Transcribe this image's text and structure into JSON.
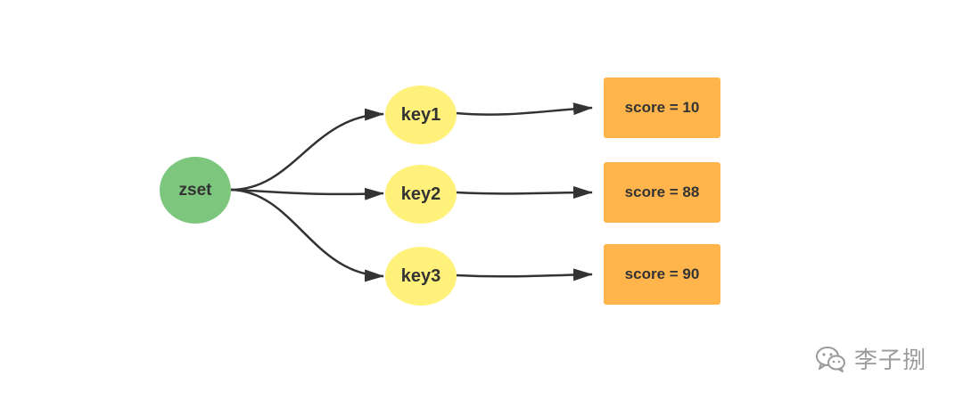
{
  "colors": {
    "root_fill": "#7dc67e",
    "key_fill": "#fff17a",
    "score_fill": "#ffb54c",
    "edge": "#333333",
    "text": "#333333",
    "watermark": "#9a9a9a"
  },
  "root": {
    "label": "zset"
  },
  "keys": [
    {
      "label": "key1"
    },
    {
      "label": "key2"
    },
    {
      "label": "key3"
    }
  ],
  "scores": [
    {
      "label": "score = 10"
    },
    {
      "label": "score = 88"
    },
    {
      "label": "score = 90"
    }
  ],
  "edges": [
    {
      "from": "zset",
      "to": "key1"
    },
    {
      "from": "zset",
      "to": "key2"
    },
    {
      "from": "zset",
      "to": "key3"
    },
    {
      "from": "key1",
      "to": "score = 10"
    },
    {
      "from": "key2",
      "to": "score = 88"
    },
    {
      "from": "key3",
      "to": "score = 90"
    }
  ],
  "watermark": {
    "icon": "wechat-icon",
    "text": "李子捌"
  }
}
